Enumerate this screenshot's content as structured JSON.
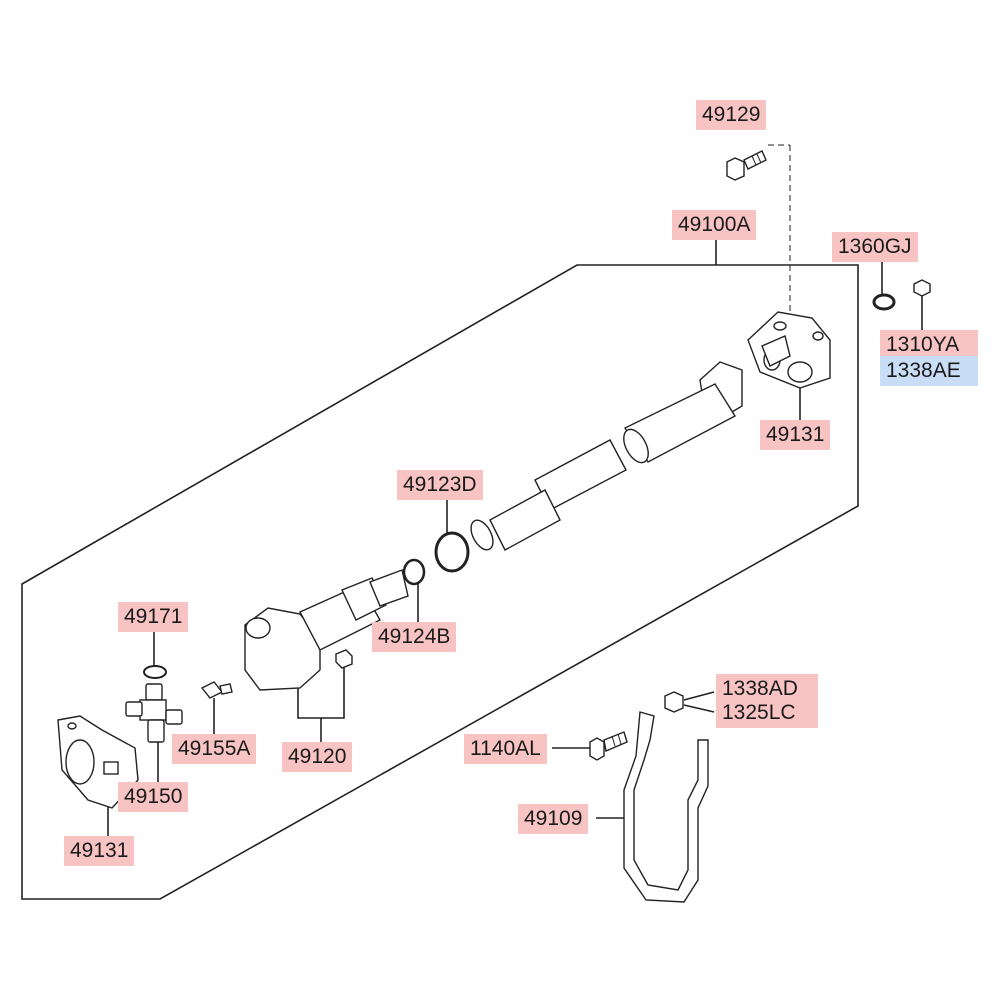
{
  "labels": {
    "p49129": "49129",
    "p49100A": "49100A",
    "p1360GJ": "1360GJ",
    "p1310YA": "1310YA",
    "p1338AE": "1338AE",
    "p49131_top": "49131",
    "p49123D": "49123D",
    "p49124B": "49124B",
    "p49171": "49171",
    "p49155A": "49155A",
    "p49120": "49120",
    "p49150": "49150",
    "p49131_bottom": "49131",
    "p1338AD": "1338AD",
    "p1325LC": "1325LC",
    "p1140AL": "1140AL",
    "p49109": "49109"
  },
  "colors": {
    "label_highlight": "#f7c3c3",
    "label_selected": "#c9ddf6",
    "line": "#222222"
  }
}
